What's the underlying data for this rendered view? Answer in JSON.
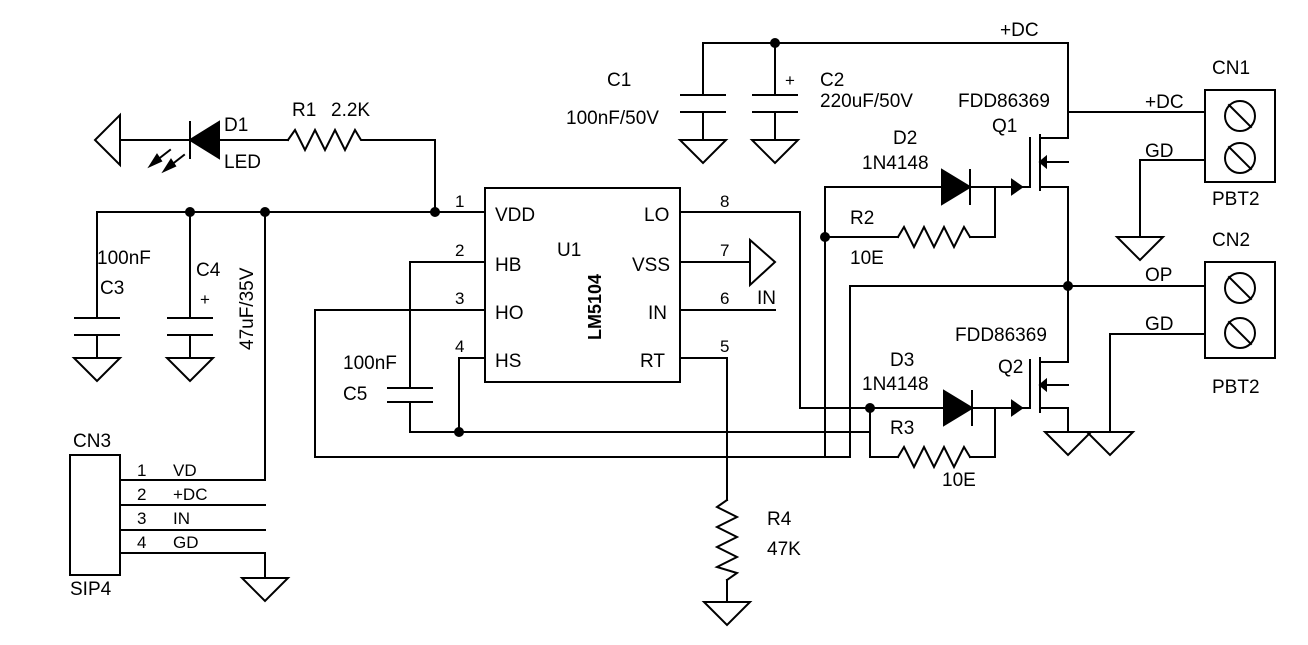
{
  "labels": {
    "c1_name": "C1",
    "c1_value": "100nF/50V",
    "c2_name": "C2",
    "c2_value": "220uF/50V",
    "c2_polarity": "+",
    "dc_rail": "+DC",
    "d1_name": "D1",
    "d1_type": "LED",
    "r1_name": "R1",
    "r1_value": "2.2K",
    "q1_part": "FDD86369",
    "q1_name": "Q1",
    "d2_name": "D2",
    "d2_part": "1N4148",
    "r2_name": "R2",
    "r2_value": "10E",
    "cn1_name": "CN1",
    "cn1_pin1": "+DC",
    "cn1_pin2": "GD",
    "cn1_part": "PBT2",
    "cn2_name": "CN2",
    "cn2_pin1": "OP",
    "cn2_pin2": "GD",
    "cn2_part": "PBT2",
    "c3_value": "100nF",
    "c3_name": "C3",
    "c4_name": "C4",
    "c4_value": "47uF/35V",
    "c4_polarity": "+",
    "c5_value": "100nF",
    "c5_name": "C5",
    "q2_part": "FDD86369",
    "q2_name": "Q2",
    "d3_name": "D3",
    "d3_part": "1N4148",
    "r3_name": "R3",
    "r3_value": "10E",
    "r4_name": "R4",
    "r4_value": "47K",
    "in_net": "IN",
    "u1_name": "U1",
    "u1_part": "LM5104",
    "u1_pins": {
      "p1_num": "1",
      "p1_name": "VDD",
      "p2_num": "2",
      "p2_name": "HB",
      "p3_num": "3",
      "p3_name": "HO",
      "p4_num": "4",
      "p4_name": "HS",
      "p5_num": "5",
      "p5_name": "RT",
      "p6_num": "6",
      "p6_name": "IN",
      "p7_num": "7",
      "p7_name": "VSS",
      "p8_num": "8",
      "p8_name": "LO"
    },
    "cn3_name": "CN3",
    "cn3_part": "SIP4",
    "cn3_pins": [
      {
        "num": "1",
        "name": "VD"
      },
      {
        "num": "2",
        "name": "+DC"
      },
      {
        "num": "3",
        "name": "IN"
      },
      {
        "num": "4",
        "name": "GD"
      }
    ]
  }
}
